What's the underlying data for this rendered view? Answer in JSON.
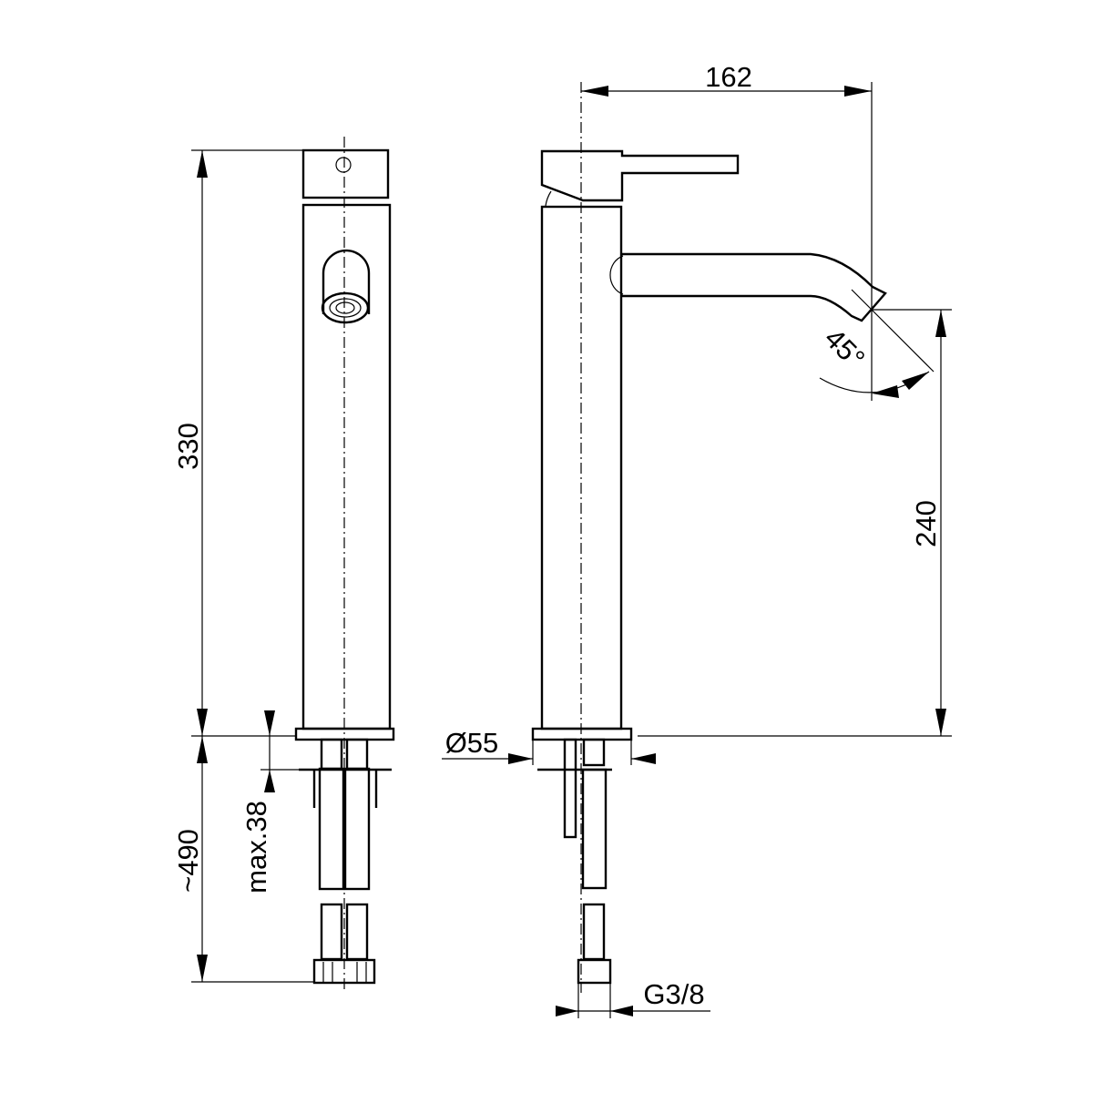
{
  "dimensions": {
    "height_total": "330",
    "hose_length": "~490",
    "max_deck_thickness": "max.38",
    "spout_reach": "162",
    "spout_height": "240",
    "base_diameter": "Ø55",
    "connection_thread": "G3/8",
    "spout_angle": "45°"
  }
}
